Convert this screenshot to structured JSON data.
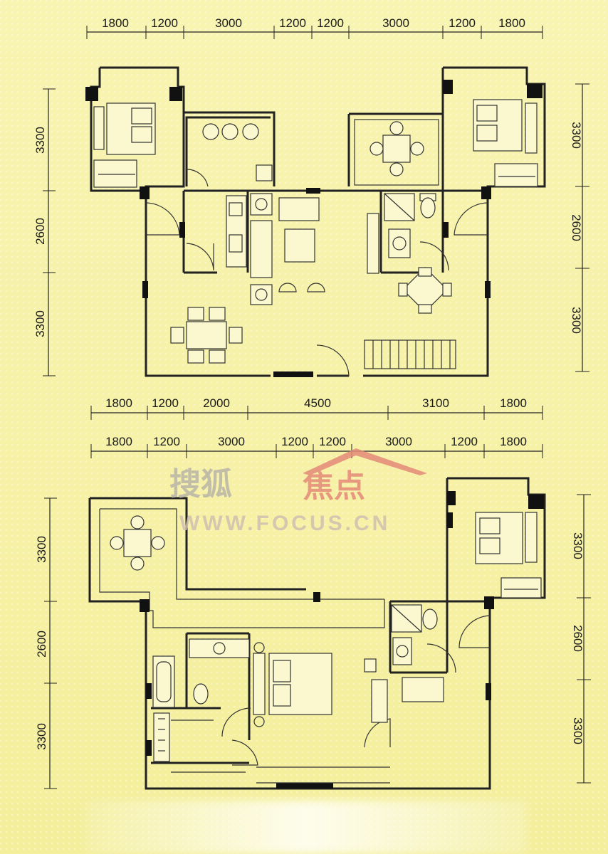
{
  "upper_plan": {
    "top_dims": [
      "1800",
      "1200",
      "3000",
      "1200",
      "1200",
      "3000",
      "1200",
      "1800"
    ],
    "bottom_dims": [
      "1800",
      "1200",
      "2000",
      "4500",
      "3100",
      "1800"
    ],
    "left_dims": [
      "3300",
      "2600",
      "3300"
    ],
    "right_dims": [
      "3300",
      "2600",
      "3300"
    ]
  },
  "lower_plan": {
    "top_dims": [
      "1800",
      "1200",
      "3000",
      "1200",
      "1200",
      "3000",
      "1200",
      "1800"
    ],
    "left_dims": [
      "3300",
      "2600",
      "3300"
    ],
    "right_dims": [
      "3300",
      "2600",
      "3300"
    ]
  },
  "watermark": {
    "chinese_a": "搜狐",
    "chinese_b": "焦点",
    "url": "WWW.FOCUS.CN"
  },
  "colors": {
    "paper": "#f7f3a8",
    "walls": "#222222",
    "watermark_red": "#e58a7a",
    "watermark_gray": "#b9b4a8"
  }
}
